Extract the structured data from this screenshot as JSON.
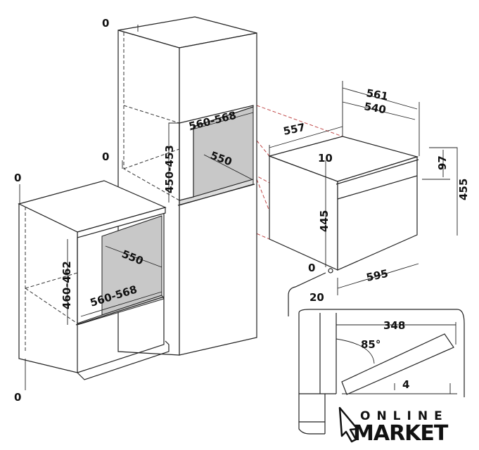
{
  "tall_cabinet": {
    "top_gap": "0",
    "mid_gap": "0",
    "niche_width": "560-568",
    "niche_depth": "550",
    "niche_height": "450-453"
  },
  "base_cabinet": {
    "top_gap": "0",
    "bottom_gap": "0",
    "niche_depth": "550",
    "niche_width": "560-568",
    "niche_height": "460-462"
  },
  "appliance": {
    "depth_outer": "561",
    "depth_inner": "540",
    "side_depth": "557",
    "top_offset": "10",
    "panel_height": "97",
    "total_height": "455",
    "body_height": "445",
    "bottom_offset": "0",
    "width": "595",
    "door_thickness": "20"
  },
  "door_detail": {
    "opening_length": "348",
    "angle": "85°",
    "drop": "4"
  },
  "logo": {
    "line1": "ONLINE",
    "line2": "MARKET"
  }
}
